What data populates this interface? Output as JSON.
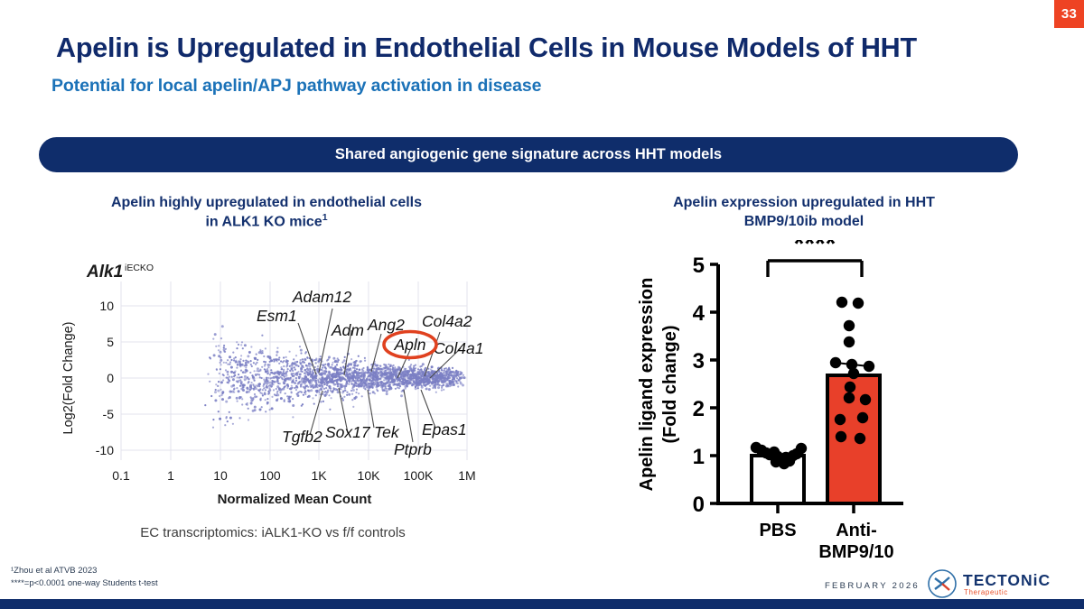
{
  "page_badge": {
    "number": "33",
    "color": "#EE4323"
  },
  "header": {
    "title": "Apelin is Upregulated in Endothelial Cells in Mouse Models of HHT",
    "subtitle": "Potential for local apelin/APJ pathway activation in disease",
    "title_color": "#102A6B",
    "subtitle_color": "#1B72B8"
  },
  "banner": {
    "text": "Shared angiogenic gene signature across HHT models",
    "background": "#0F2D6B"
  },
  "panels": {
    "left": {
      "header_line1": "Apelin highly upregulated in endothelial cells",
      "header_line2": "in ALK1 KO mice",
      "header_superscript": "1",
      "caption": "EC transcriptomics: iALK1-KO vs f/f controls"
    },
    "right": {
      "header_line1": "Apelin expression upregulated in HHT",
      "header_line2": "BMP9/10ib model"
    }
  },
  "footnotes": [
    "¹Zhou et al ATVB 2023",
    "****=p<0.0001 one-way Students t-test"
  ],
  "footer": {
    "date": "FEBRUARY 2026",
    "logo_name": "TECTONiC",
    "logo_tagline": "Therapeutic",
    "logo_text_color": "#14346F",
    "logo_tagline_color": "#E8502B",
    "bar_color": "#0F2D6B"
  },
  "chart_data": [
    {
      "type": "scatter",
      "title": "Alk1",
      "title_superscript": "iECKO",
      "xlabel": "Normalized Mean Count",
      "ylabel": "Log2(Fold Change)",
      "xscale": "log",
      "xticks": [
        "0.1",
        "1",
        "10",
        "100",
        "1K",
        "10K",
        "100K",
        "1M"
      ],
      "yticks": [
        "10",
        "5",
        "0",
        "-5",
        "-10"
      ],
      "ylim": [
        -12,
        12
      ],
      "grid": true,
      "point_color": "#7B7FC4",
      "highlight_color": "#E0411F",
      "annotations": [
        {
          "gene": "Esm1",
          "side": "top",
          "highlighted": false
        },
        {
          "gene": "Adam12",
          "side": "top",
          "highlighted": false
        },
        {
          "gene": "Adm",
          "side": "top",
          "highlighted": false
        },
        {
          "gene": "Ang2",
          "side": "top",
          "highlighted": false
        },
        {
          "gene": "Apln",
          "side": "top",
          "highlighted": true
        },
        {
          "gene": "Col4a2",
          "side": "top",
          "highlighted": false
        },
        {
          "gene": "Col4a1",
          "side": "top",
          "highlighted": false
        },
        {
          "gene": "Tgfb2",
          "side": "bottom",
          "highlighted": false
        },
        {
          "gene": "Sox17",
          "side": "bottom",
          "highlighted": false
        },
        {
          "gene": "Tek",
          "side": "bottom",
          "highlighted": false
        },
        {
          "gene": "Ptprb",
          "side": "bottom",
          "highlighted": false
        },
        {
          "gene": "Epas1",
          "side": "bottom",
          "highlighted": false
        }
      ]
    },
    {
      "type": "bar",
      "ylabel_line1": "Apelin ligand expression",
      "ylabel_line2": "(Fold change)",
      "categories": [
        "PBS",
        "Anti-BMP9/10"
      ],
      "category_lines": [
        [
          "PBS"
        ],
        [
          "Anti-",
          "BMP9/10"
        ]
      ],
      "values": [
        1.0,
        2.68
      ],
      "bar_colors": [
        "#FFFFFF",
        "#E8402A"
      ],
      "yticks": [
        "0",
        "1",
        "2",
        "3",
        "4",
        "5"
      ],
      "ylim": [
        0,
        5
      ],
      "significance": "****",
      "points": {
        "PBS": [
          1.18,
          1.08,
          1.05,
          1.1,
          1.02,
          0.98,
          1.0,
          0.95,
          1.04,
          0.92,
          1.06,
          1.12,
          0.97,
          1.15
        ],
        "Anti-BMP9/10": [
          4.2,
          4.17,
          3.72,
          3.4,
          2.97,
          2.92,
          2.86,
          2.72,
          2.44,
          2.28,
          2.24,
          1.9,
          1.75,
          1.52,
          1.48
        ]
      }
    }
  ]
}
